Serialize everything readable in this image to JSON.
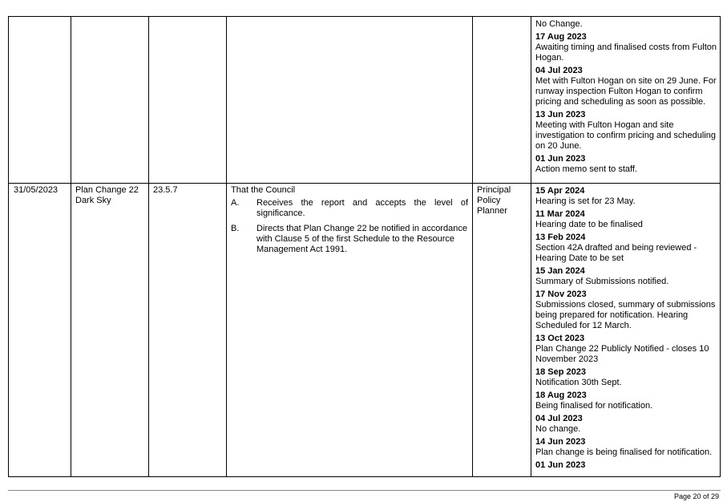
{
  "top_row": {
    "updates": [
      {
        "date": "",
        "text": "No Change."
      },
      {
        "date": "17 Aug 2023",
        "text": "Awaiting timing and finalised costs from Fulton Hogan."
      },
      {
        "date": "04 Jul 2023",
        "text": "Met with Fulton Hogan on site on 29 June. For runway inspection Fulton Hogan to confirm pricing and scheduling as soon as possible."
      },
      {
        "date": "13 Jun 2023",
        "text": "Meeting with Fulton Hogan and site investigation to confirm pricing and scheduling on 20 June."
      },
      {
        "date": "01 Jun 2023",
        "text": "Action memo sent to staff."
      }
    ]
  },
  "row": {
    "meeting_date": "31/05/2023",
    "subject": "Plan Change 22 Dark Sky",
    "item": "23.5.7",
    "resolution_intro": "That the Council",
    "resolutions": [
      {
        "letter": "A.",
        "text": "Receives the report and accepts the level of significance."
      },
      {
        "letter": "B.",
        "text": "Directs that Plan Change 22 be notified in accordance with Clause 5 of the first Schedule to the Resource Management Act 1991."
      }
    ],
    "officer": "Principal Policy Planner",
    "updates": [
      {
        "date": "15 Apr 2024",
        "text": "Hearing is set for 23 May."
      },
      {
        "date": "11 Mar 2024",
        "text": "Hearing date to be finalised"
      },
      {
        "date": "13 Feb 2024",
        "text": "Section 42A drafted and being reviewed - Hearing Date to be set"
      },
      {
        "date": "15 Jan 2024",
        "text": "Summary of Submissions notified."
      },
      {
        "date": "17 Nov 2023",
        "text": "Submissions closed, summary of submissions being prepared for notification. Hearing Scheduled for 12 March."
      },
      {
        "date": "13 Oct 2023",
        "text": "Plan Change 22 Publicly Notified - closes 10 November 2023"
      },
      {
        "date": "18 Sep 2023",
        "text": "Notification 30th Sept."
      },
      {
        "date": "18 Aug 2023",
        "text": "Being finalised for notification."
      },
      {
        "date": "04 Jul 2023",
        "text": "No change."
      },
      {
        "date": "14 Jun 2023",
        "text": "Plan change is being finalised for notification."
      },
      {
        "date": "01 Jun 2023",
        "text": ""
      }
    ]
  },
  "footer": {
    "page": "Page 20 of 29"
  }
}
